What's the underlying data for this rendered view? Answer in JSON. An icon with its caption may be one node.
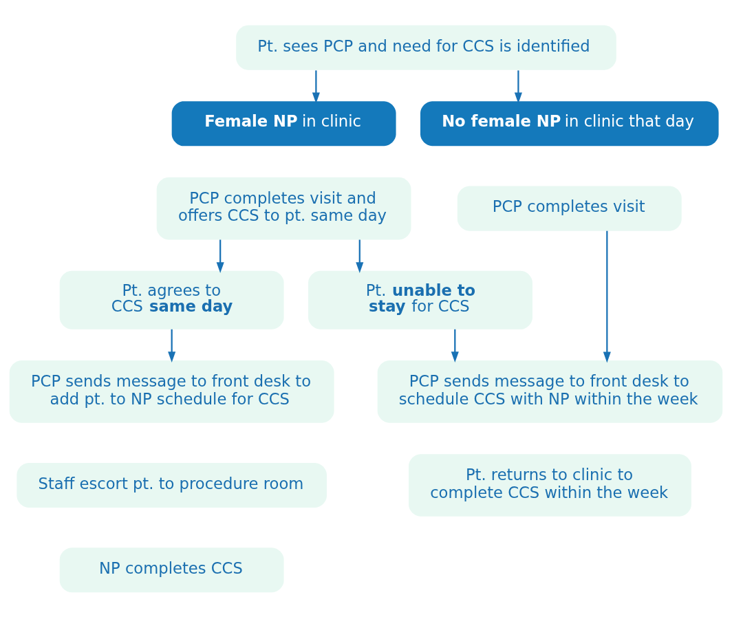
{
  "diagram": {
    "nodes": [
      {
        "text": [
          "Pt. sees PCP and need for CCS is identified"
        ]
      },
      {
        "text": [
          "**Female NP** in clinic"
        ]
      },
      {
        "text": [
          "**No female NP** in clinic that day"
        ]
      },
      {
        "text": [
          "PCP completes visit and offers CCS to pt. same day"
        ]
      },
      {
        "text": [
          "PCP completes visit"
        ]
      },
      {
        "text": [
          "Pt. agrees to CCS **same day**"
        ]
      },
      {
        "text": [
          "Pt. **unable to stay** for CCS"
        ]
      },
      {
        "text": [
          "PCP sends message to front desk to add pt. to NP schedule for CCS"
        ]
      },
      {
        "text": [
          "Staff escort pt. to procedure room"
        ]
      },
      {
        "text": [
          "NP completes CCS"
        ]
      },
      {
        "text": [
          "PCP sends message to front desk to schedule CCS with NP within the week"
        ]
      },
      {
        "text": [
          "Pt. returns to clinic to complete CCS within the week"
        ]
      }
    ],
    "edges": [
      {
        "from": 0,
        "to": 1,
        "arrow": "to"
      },
      {
        "from": 0,
        "to": 2,
        "arrow": "to"
      },
      {
        "from": 3,
        "to": 5,
        "arrow": "to"
      },
      {
        "from": 3,
        "to": 6,
        "arrow": "to"
      },
      {
        "from": 5,
        "to": 7,
        "arrow": "to"
      },
      {
        "from": 6,
        "to": 10,
        "arrow": "to"
      },
      {
        "from": 4,
        "to": 10,
        "arrow": "to"
      }
    ]
  }
}
